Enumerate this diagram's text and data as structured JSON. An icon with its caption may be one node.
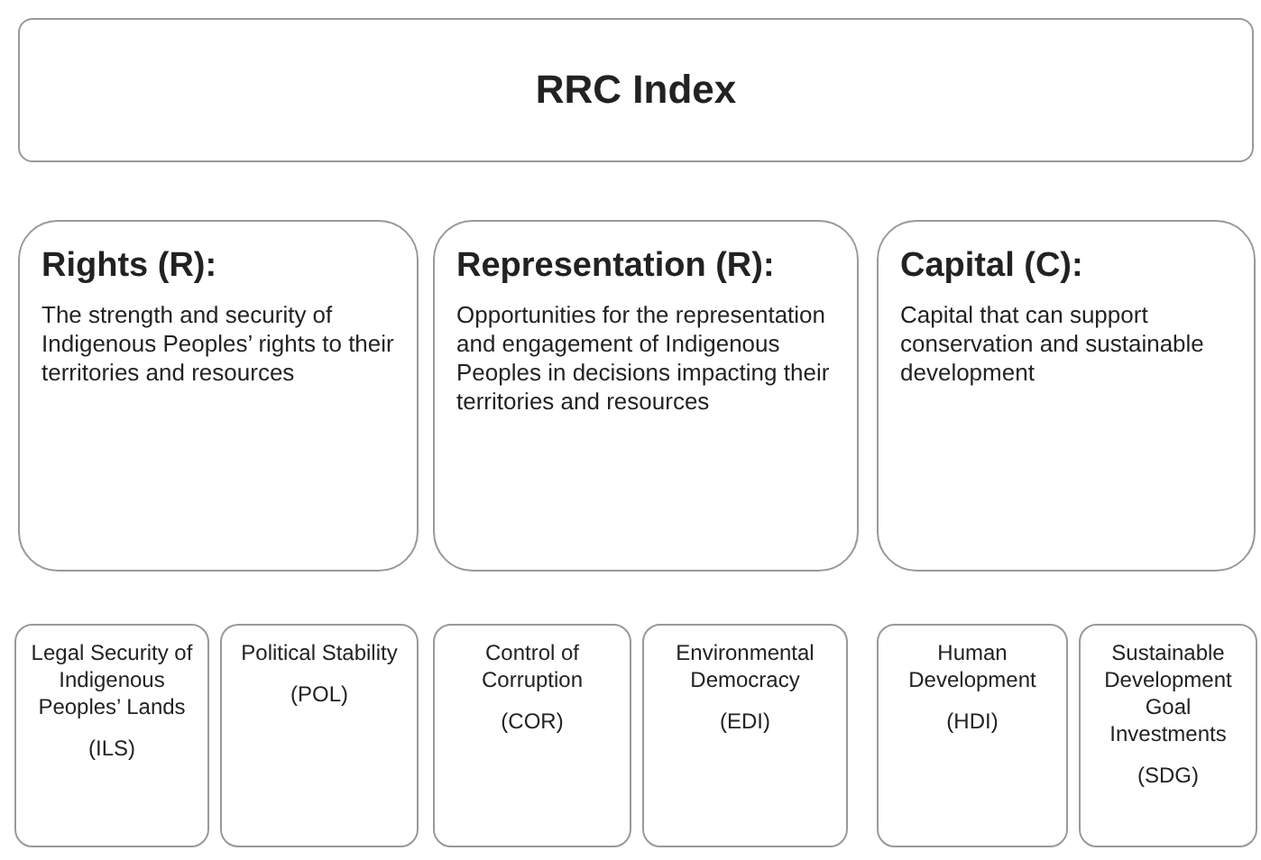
{
  "diagram": {
    "nodes": [
      {
        "text": [
          "RRC Index"
        ]
      },
      {
        "text": [
          "Rights (R):",
          "The strength and security of Indigenous Peoples’ rights to their territories and resources"
        ]
      },
      {
        "text": [
          "Representation (R):",
          "Opportunities for the representation and engagement of Indigenous Peoples in decisions impacting their territories and resources"
        ]
      },
      {
        "text": [
          "Capital (C):",
          "Capital that can support conservation and sustainable development"
        ]
      },
      {
        "text": [
          "Legal Security of Indigenous Peoples’ Lands",
          "(ILS)"
        ]
      },
      {
        "text": [
          "Political Stability",
          "(POL)"
        ]
      },
      {
        "text": [
          "Control of Corruption",
          "(COR)"
        ]
      },
      {
        "text": [
          "Environmental Democracy",
          "(EDI)"
        ]
      },
      {
        "text": [
          "Human Development",
          "(HDI)"
        ]
      },
      {
        "text": [
          "Sustainable Development Goal Investments",
          "(SDG)"
        ]
      }
    ]
  }
}
